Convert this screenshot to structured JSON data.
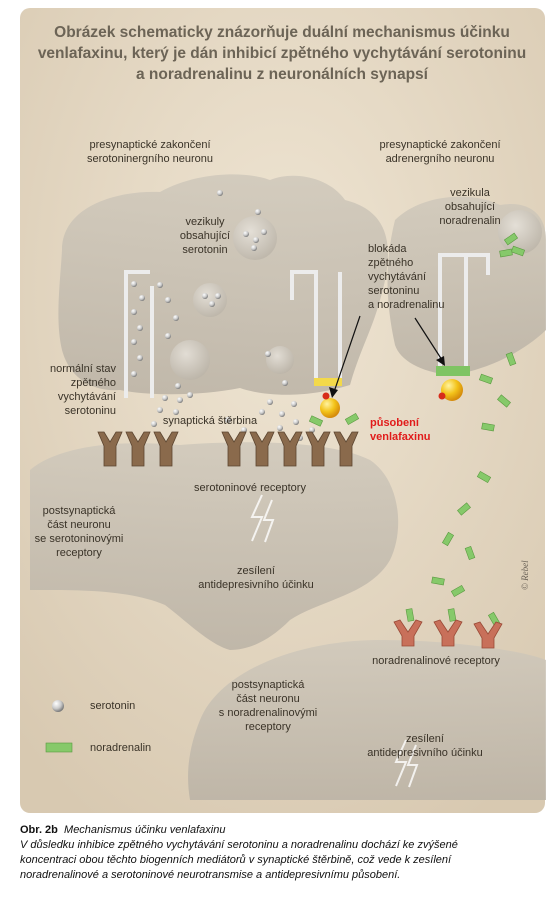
{
  "title": {
    "line1": "Obrázek schematicky znázorňuje duální mechanismus účinku",
    "line2": "venlafaxinu, který je dán inhibicí zpětného vychytávání serotoninu",
    "line3": "a noradrenalinu z neuronálních synapsí"
  },
  "labels": {
    "presyn_sero_1": "presynaptické zakončení",
    "presyn_sero_2": "serotoninergního neuronu",
    "presyn_adr_1": "presynaptické zakončení",
    "presyn_adr_2": "adrenergního neuronu",
    "vesicles_sero": [
      "vezikuly",
      "obsahující",
      "serotonin"
    ],
    "vesicle_nor": [
      "vezikula",
      "obsahující",
      "noradrenalin"
    ],
    "blockade": [
      "blokáda",
      "zpětného",
      "vychytávání",
      "serotoninu",
      "a noradrenalinu"
    ],
    "normal_state": [
      "normální stav",
      "zpětného",
      "vychytávání",
      "serotoninu"
    ],
    "synaptic_cleft": "synaptická štěrbina",
    "venlafaxine_action": [
      "působení",
      "venlafaxinu"
    ],
    "sero_receptors": "serotoninové receptory",
    "postsyn_sero": [
      "postsynaptická",
      "část neuronu",
      "se serotoninovými",
      "receptory"
    ],
    "enhance_1": [
      "zesílení",
      "antidepresivního účinku"
    ],
    "nor_receptors": "noradrenalinové receptory",
    "postsyn_nor": [
      "postsynaptická",
      "část neuronu",
      "s noradrenalinovými",
      "receptory"
    ],
    "enhance_2": [
      "zesílení",
      "antidepresivního účinku"
    ]
  },
  "legend": {
    "serotonin": "serotonin",
    "noradrenalin": "noradrenalin"
  },
  "caption": {
    "label": "Obr. 2b",
    "title": "Mechanismus účinku venlafaxinu",
    "text1": "V důsledku inhibice zpětného vychytávání serotoninu a noradrenalinu dochází ke zvýšené",
    "text2": "koncentraci obou těchto biogenních mediátorů v synaptické štěrbině, což vede k zesílení",
    "text3": "noradrenalinové a serotoninové neurotransmise a antidepresivnímu působení."
  },
  "colors": {
    "background_panel": "#e4d7c2",
    "neuron_fill": "#c7bfb2",
    "receptor_sero": "#8a6a4c",
    "receptor_nor": "#c8705a",
    "noradrenalin": "#7fc463",
    "drug": "#f1c21c",
    "accent_red": "#e11b1b"
  }
}
